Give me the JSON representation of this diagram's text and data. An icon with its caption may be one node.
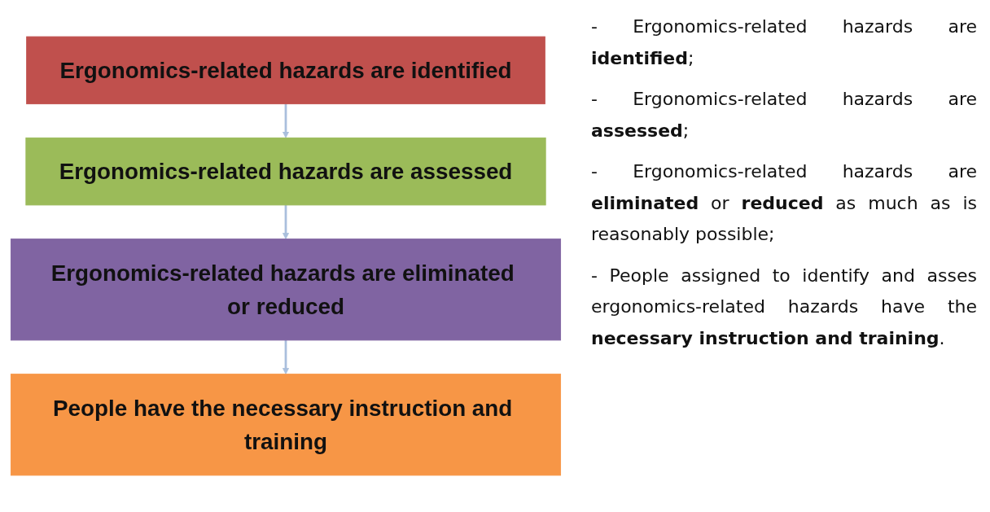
{
  "diagram": {
    "nodes": [
      {
        "text": [
          "Ergonomics-related hazards are identified"
        ]
      },
      {
        "text": [
          "Ergonomics-related hazards are assessed"
        ]
      },
      {
        "text": [
          "Ergonomics-related hazards are eliminated or reduced"
        ]
      },
      {
        "text": [
          "People have the necessary instruction and training"
        ]
      }
    ],
    "edges": [
      {
        "from": 0,
        "to": 1,
        "arrow": "to"
      },
      {
        "from": 1,
        "to": 2,
        "arrow": "to"
      },
      {
        "from": 2,
        "to": 3,
        "arrow": "to"
      }
    ],
    "labels": [
      "- Ergonomics-related hazards are **identified**;",
      "- Ergonomics-related hazards are **assessed**;",
      "- Ergonomics-related hazards are **eliminated** or **reduced** as much as is reasonably possible;",
      "- People assigned to identify and asses ergonomics-related hazards have the **necessary instruction and training**."
    ]
  }
}
